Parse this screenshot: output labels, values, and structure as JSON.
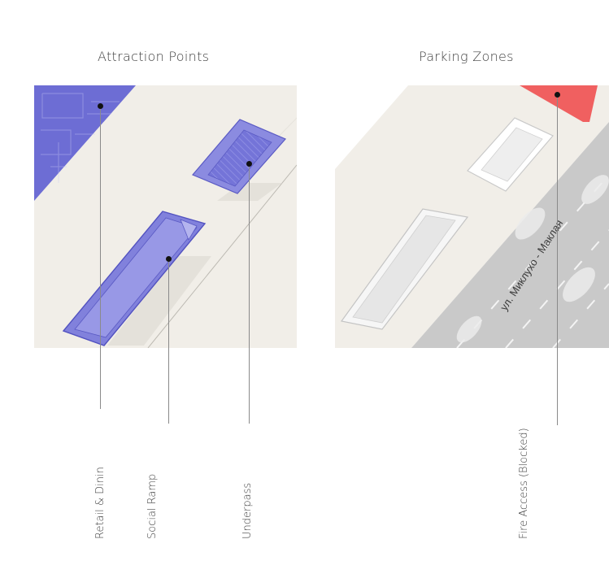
{
  "panels": {
    "left": {
      "title": "Attraction Points"
    },
    "right": {
      "title": "Parking Zones",
      "street_name": "ул. Миклухо - Маклая"
    }
  },
  "labels": {
    "retail": "Retail & Dinin",
    "social_ramp": "Social Ramp",
    "underpass": "Underpass",
    "fire_access": "Fire Access (Blocked)"
  },
  "colors": {
    "highlight_blue": "#6b6bd6",
    "blocked_red": "#f06060",
    "ground": "#f1eee8",
    "road": "#c9c9c9"
  }
}
